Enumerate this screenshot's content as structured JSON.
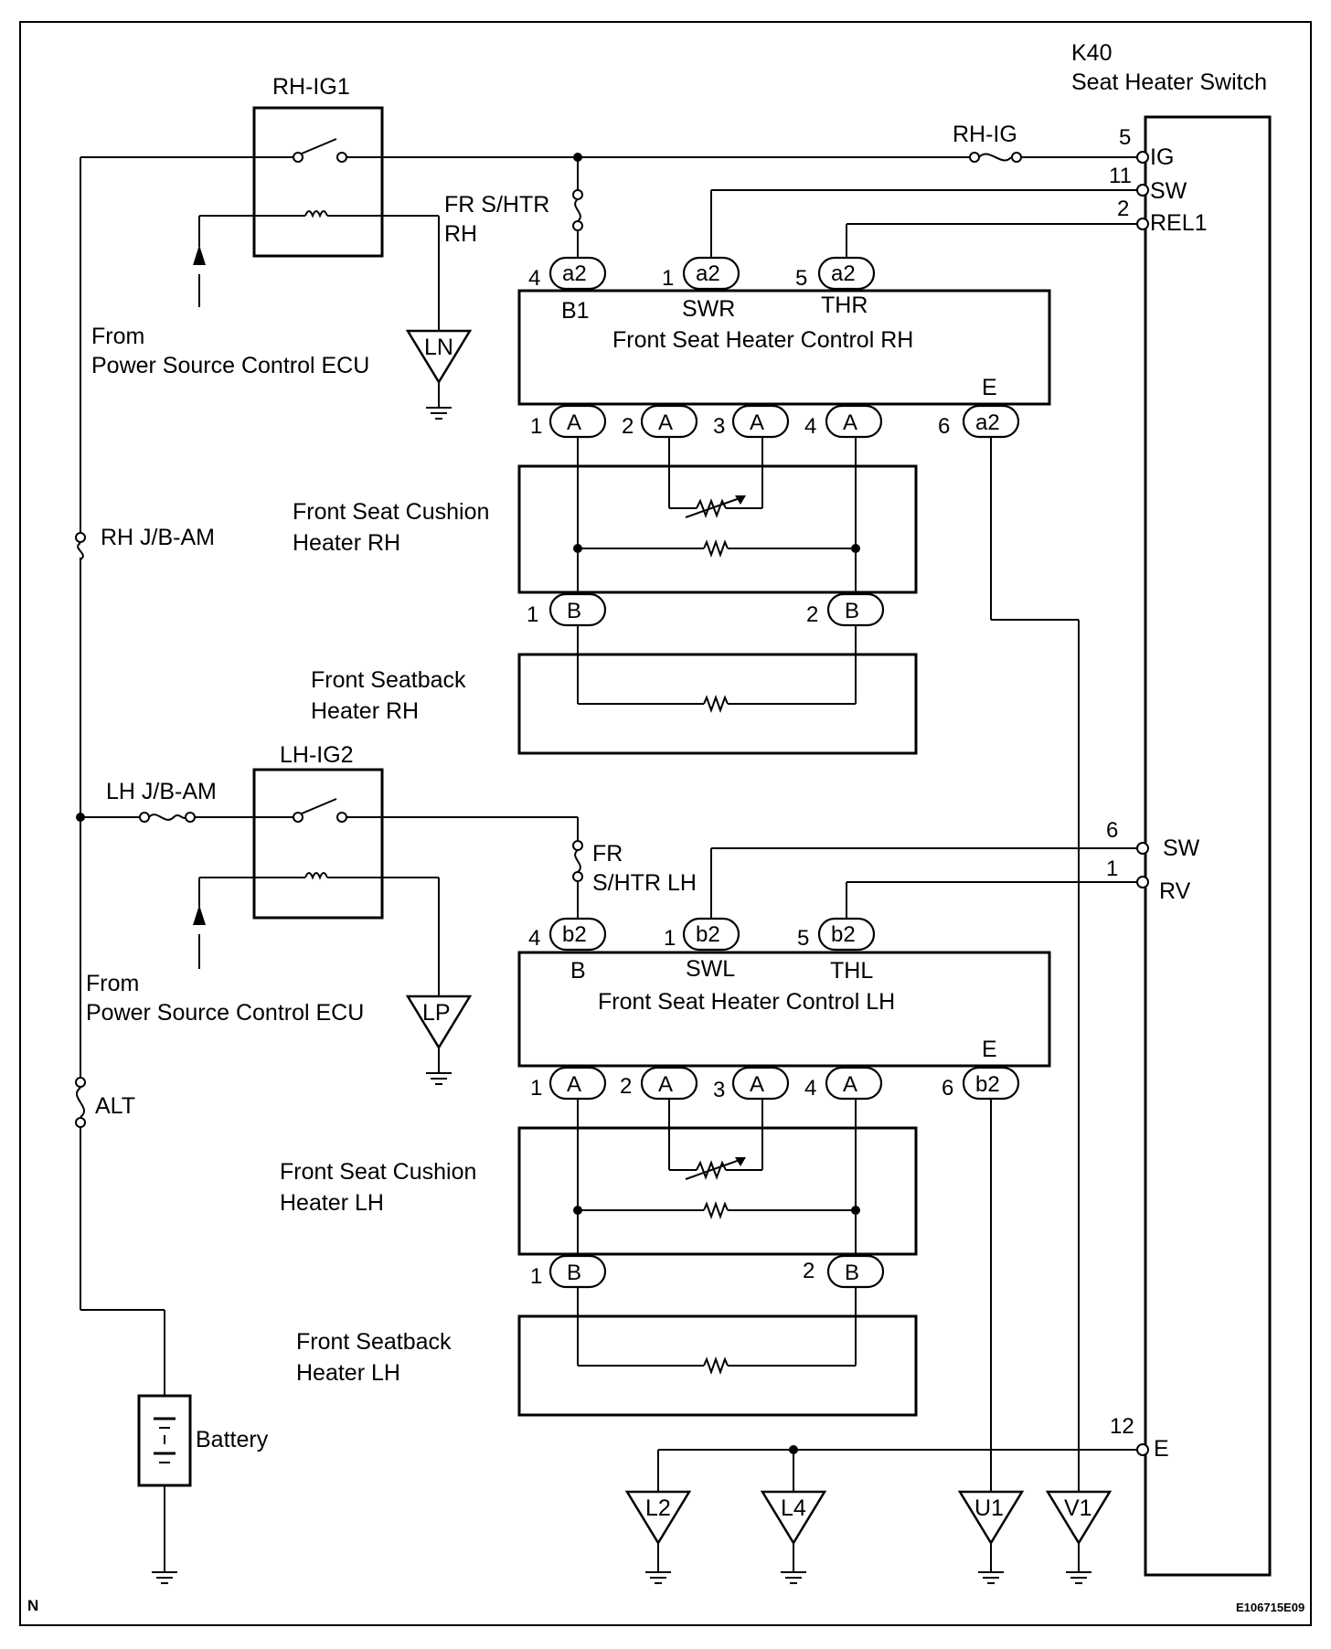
{
  "switch": {
    "code": "K40",
    "name": "Seat Heater Switch"
  },
  "relays": {
    "rh": "RH-IG1",
    "lh": "LH-IG2",
    "source_rh": [
      "From",
      "Power Source Control ECU"
    ],
    "source_lh": [
      "From",
      "Power Source Control ECU"
    ]
  },
  "fuses": {
    "rh_ig": "RH-IG",
    "fr_shtr_rh": [
      "FR S/HTR",
      "RH"
    ],
    "fr_shtr_lh": [
      "FR",
      "S/HTR LH"
    ],
    "rh_jb_am": "RH J/B-AM",
    "lh_jb_am": "LH J/B-AM",
    "alt": "ALT"
  },
  "grounds": {
    "ln": "LN",
    "lp": "LP",
    "l2": "L2",
    "l4": "L4",
    "u1": "U1",
    "v1": "V1"
  },
  "battery": "Battery",
  "switch_pins": {
    "ig_num": "5",
    "ig": "IG",
    "sw_num": "11",
    "sw": "SW",
    "rel1_num": "2",
    "rel1": "REL1",
    "swl_num": "6",
    "swl": "SW",
    "rv_num": "1",
    "rv": "RV",
    "e_num": "12",
    "e": "E"
  },
  "control_rh": {
    "title": "Front Seat Heater Control RH",
    "top_conn": "a2",
    "terms": {
      "b1": "B1",
      "swr": "SWR",
      "thr": "THR",
      "e": "E"
    },
    "top_pins": [
      "4",
      "1",
      "5"
    ],
    "bottom_conn": "A",
    "bottom_pins": [
      "1",
      "2",
      "3",
      "4"
    ],
    "e_pin": "6",
    "e_conn": "a2"
  },
  "control_lh": {
    "title": "Front Seat Heater Control LH",
    "top_conn": "b2",
    "terms": {
      "b": "B",
      "swl": "SWL",
      "thl": "THL",
      "e": "E"
    },
    "top_pins": [
      "4",
      "1",
      "5"
    ],
    "bottom_conn": "A",
    "bottom_pins": [
      "1",
      "2",
      "3",
      "4"
    ],
    "e_pin": "6",
    "e_conn": "b2"
  },
  "heaters": {
    "cushion_rh": [
      "Front Seat Cushion",
      "Heater RH"
    ],
    "seatback_rh": [
      "Front Seatback",
      "Heater RH"
    ],
    "cushion_lh": [
      "Front Seat Cushion",
      "Heater LH"
    ],
    "seatback_lh": [
      "Front Seatback",
      "Heater LH"
    ],
    "conn_b": "B",
    "b_pins": [
      "1",
      "2"
    ]
  },
  "footer": {
    "left": "N",
    "code": "E106715E09"
  }
}
